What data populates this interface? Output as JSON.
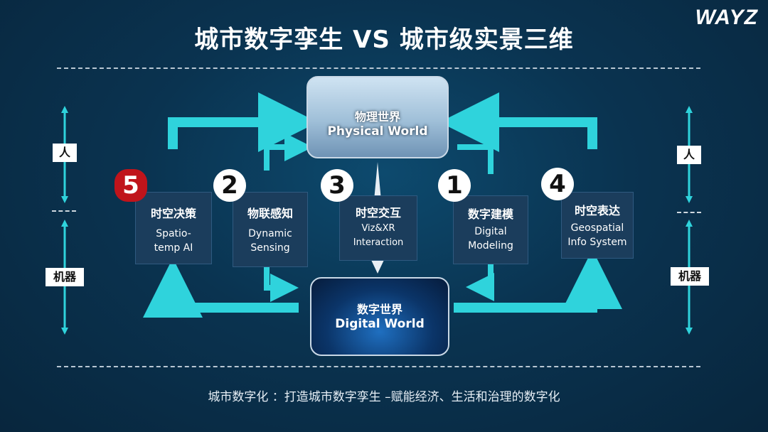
{
  "title": "城市数字孪生 VS 城市级实景三维",
  "logo": "WAYZ",
  "physical_world": {
    "cn": "物理世界",
    "en": "Physical World"
  },
  "digital_world": {
    "cn": "数字世界",
    "en": "Digital World"
  },
  "stages": [
    {
      "num": "5",
      "cn": "时空决策",
      "en": "Spatio-\ntemp AI"
    },
    {
      "num": "2",
      "cn": "物联感知",
      "en": "Dynamic\nSensing"
    },
    {
      "num": "3",
      "cn": "时空交互",
      "en": "Viz&XR\nInteraction"
    },
    {
      "num": "1",
      "cn": "数字建模",
      "en": "Digital\nModeling"
    },
    {
      "num": "4",
      "cn": "时空表达",
      "en": "Geospatial\nInfo System"
    }
  ],
  "side": {
    "human": "人",
    "machine": "机器"
  },
  "footer": "城市数字化 ：打造城市数字孪生 –赋能经济、生活和治理的数字化",
  "colors": {
    "accent": "#2fd3dc",
    "badge_red": "#c0141b"
  }
}
